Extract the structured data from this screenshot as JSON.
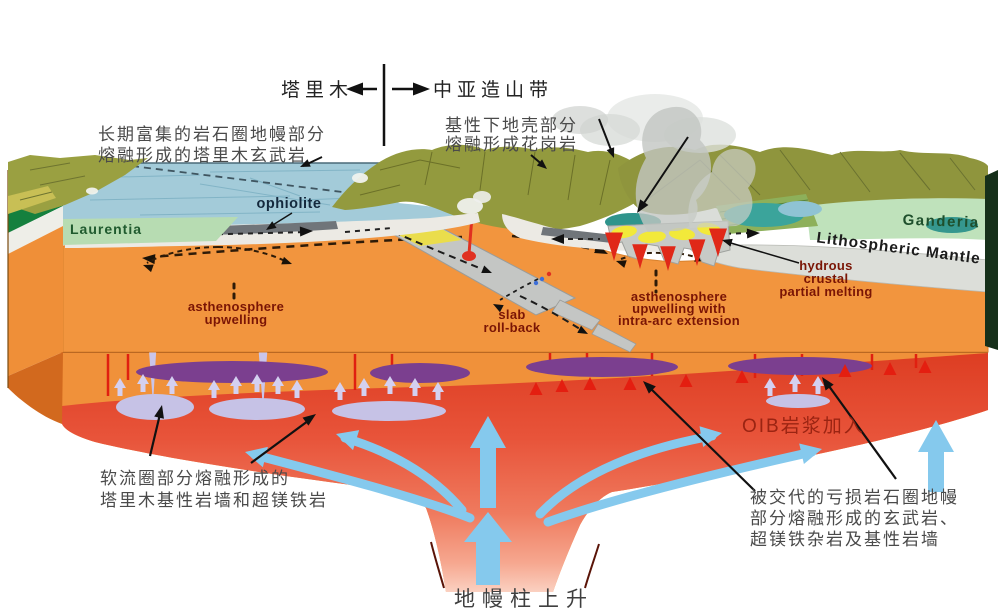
{
  "header": {
    "left_region": "塔里木",
    "right_region": "中亚造山带"
  },
  "surface_labels": {
    "enriched_line1": "长期富集的岩石圈地幔部分",
    "enriched_line2": "熔融形成的塔里木玄武岩",
    "granite_line1": "基性下地壳部分",
    "granite_line2": "熔融形成花岗岩",
    "laurentia": "Laurentia",
    "ophiolite": "ophiolite",
    "ganderia": "Ganderia",
    "lithospheric_mantle": "Lithospheric Mantle"
  },
  "mantle_labels": {
    "asth_line1": "asthenosphere",
    "asth_line2": "upwelling",
    "slab_line1": "slab",
    "slab_line2": "roll-back",
    "intra_line1": "asthenosphere",
    "intra_line2": "upwelling with",
    "intra_line3": "intra-arc extension",
    "hydrous_line1": "hydrous",
    "hydrous_line2": "crustal",
    "hydrous_line3": "partial melting",
    "oib": "OIB岩浆加入"
  },
  "deep_labels": {
    "dykes_line1": "软流圈部分熔融形成的",
    "dykes_line2": "塔里木基性岩墙和超镁铁岩",
    "meta_line1": "被交代的亏损岩石圈地幔",
    "meta_line2": "部分熔融形成的玄武岩、",
    "meta_line3": "超镁铁杂岩及基性岩墙",
    "plume": "地幔柱上升"
  },
  "colors": {
    "asthenosphere_orange": "#f2953e",
    "plume_red": "#e0452a",
    "plume_pink": "#f7b39c",
    "basin_blue": "#a3cbd9",
    "mountain_olive": "#939a3e",
    "laurentia_green": "#b7dcb2",
    "ganderia_green": "#bfe2bb",
    "lith_mantle_gray": "#dcded9",
    "ophiolite_gray": "#70757a",
    "sill_purple": "#7b3f8f",
    "sill_lavender": "#c6c2e6",
    "flow_blue": "#85c9ed",
    "dike_red": "#e02010",
    "melt_yellow": "#f2e93a",
    "annotation_red": "#7a1505"
  }
}
